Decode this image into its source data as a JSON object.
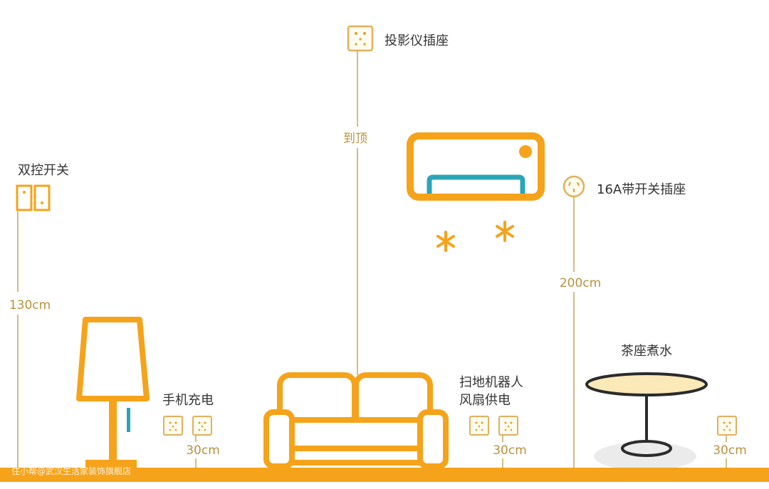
{
  "colors": {
    "orange": "#f5a31a",
    "line": "#c9a45a",
    "teal": "#2aa6b8",
    "text": "#333333"
  },
  "labels": {
    "dual_switch": "双控开关",
    "projector_socket": "投影仪插座",
    "to_ceiling": "到顶",
    "ac_socket": "16A带开关插座",
    "phone_charging": "手机充电",
    "robot_fan_line1": "扫地机器人",
    "robot_fan_line2": "风扇供电",
    "tea_table": "茶座煮水"
  },
  "dimensions": {
    "switch_height": "130cm",
    "ac_height": "200cm",
    "phone_height": "30cm",
    "robot_height": "30cm",
    "tea_height": "30cm"
  },
  "watermark": "住小帮@武汉生活家装饰旗舰店"
}
